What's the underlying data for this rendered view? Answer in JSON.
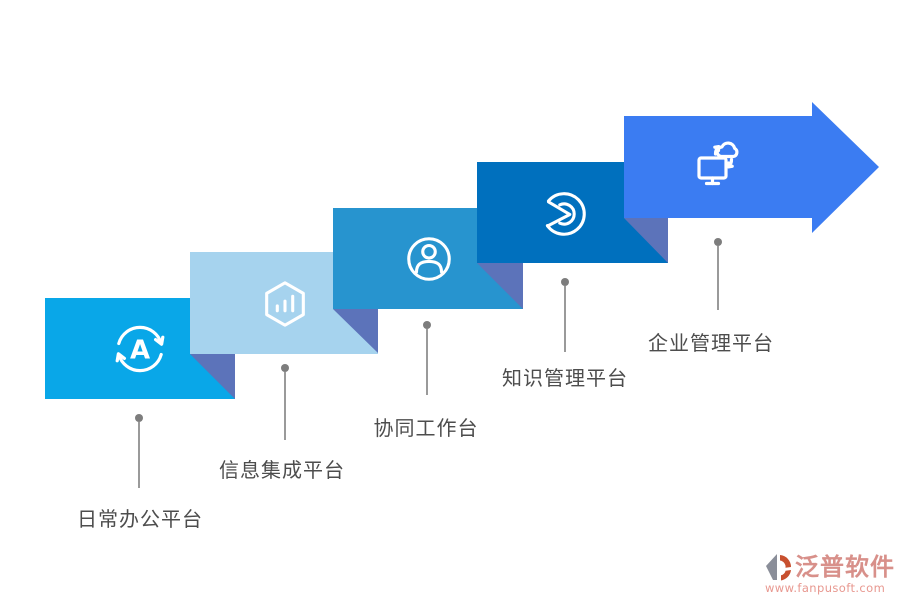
{
  "steps": [
    {
      "label": "日常办公平台",
      "color": "#09a7e8",
      "icon": "a-translate-sync-icon",
      "letter": "A"
    },
    {
      "label": "信息集成平台",
      "color": "#a6d3ee",
      "icon": "hexagon-bar-chart-icon"
    },
    {
      "label": "协同工作台",
      "color": "#2794cf",
      "icon": "user-profile-icon"
    },
    {
      "label": "知识管理平台",
      "color": "#0070be",
      "icon": "knowledge-disc-icon"
    },
    {
      "label": "企业管理平台",
      "color": "#3b7cf2",
      "icon": "monitor-cloud-sync-icon"
    }
  ],
  "decor": {
    "fold_color": "#5c73ba",
    "icon_stroke": "#ffffff",
    "connector_color": "#9a9a9a",
    "label_color": "#4d4d4d"
  },
  "watermark": {
    "brand": "泛普软件",
    "url": "www.fanpusoft.com",
    "brand_color": "#d8908a",
    "logo_gray": "#8a8e99",
    "logo_orange": "#c8502f"
  }
}
